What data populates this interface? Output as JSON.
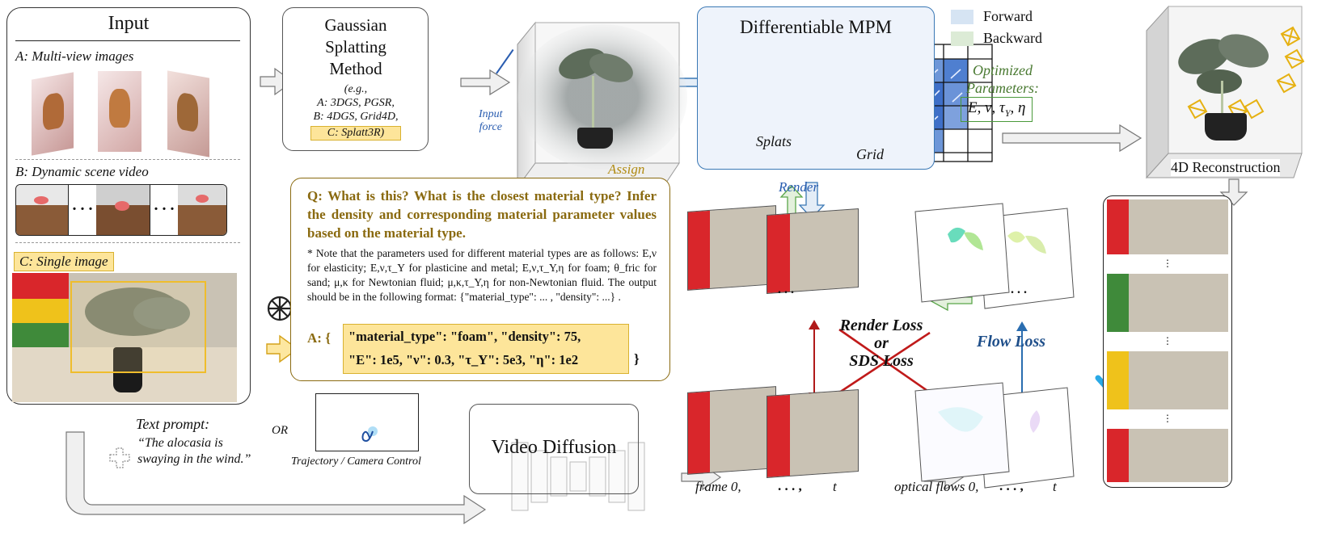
{
  "input_panel": {
    "title": "Input",
    "a_label": "A: Multi-view images",
    "b_label": "B: Dynamic scene video",
    "b_dots": ". . .",
    "c_label": "C: Single image"
  },
  "gs_box": {
    "line1": "Gaussian",
    "line2": "Splatting",
    "line3": "Method",
    "eg": "(e.g.,",
    "a": "A: 3DGS, PGSR,",
    "b": "B: 4DGS, Grid4D,",
    "c": "C: Splatt3R)"
  },
  "scene": {
    "input_force_1": "Input",
    "input_force_2": "force",
    "assign": "Assign"
  },
  "mpm": {
    "title": "Differentiable MPM",
    "splats": "Splats",
    "grid": "Grid",
    "legend_forward": "Forward",
    "legend_backward": "Backward",
    "forward_color": "#d6e4f3",
    "backward_color": "#dcebd6"
  },
  "optimized": {
    "line1": "Optimized",
    "line2": "Parameters:",
    "params": "E, ν, τ",
    "params_sub": "Y",
    "params_end": ", η"
  },
  "recon": {
    "label": "4D Reconstruction"
  },
  "query": {
    "q_bold": "Q: What is this? What is the closest material type? Infer the density and corresponding material parameter values based on the material type.",
    "note": "* Note that the parameters used for different material types are as follows: E,ν for elasticity; E,ν,τ_Y for plasticine and metal; E,ν,τ_Y,η for foam; θ_fric for sand; μ,κ for Newtonian fluid; μ,κ,τ_Y,η for non-Newtonian fluid. The output should be in the following format: {\"material_type\": ... , \"density\": ...} .",
    "a_prefix": "A: {",
    "a_line1": "\"material_type\": \"foam\", \"density\": 75,",
    "a_line2": "\"E\": 1e5, \"ν\": 0.3, \"τ_Y\": 5e3, \"η\": 1e2",
    "a_suffix": "}",
    "accent": "#7a5c00"
  },
  "render": {
    "label": "Render",
    "dots": ". . ."
  },
  "loss": {
    "render_loss_1": "Render Loss",
    "render_loss_2": "or",
    "render_loss_3": "SDS Loss",
    "flow_loss": "Flow Loss"
  },
  "bottom": {
    "text_prompt_title": "Text prompt:",
    "text_prompt_1": "“The alocasia is",
    "text_prompt_2": "swaying in the wind.”",
    "or": "OR",
    "trajectory": "Trajectory / Camera Control",
    "video_diffusion": "Video Diffusion",
    "frame0": "frame 0,",
    "frame_dots": ". . . ,",
    "frame_t": "t",
    "flows0": "optical flows 0,",
    "flows_dots": ". . . ,",
    "flows_t": "t"
  },
  "strip": {
    "sep": "⋮"
  }
}
